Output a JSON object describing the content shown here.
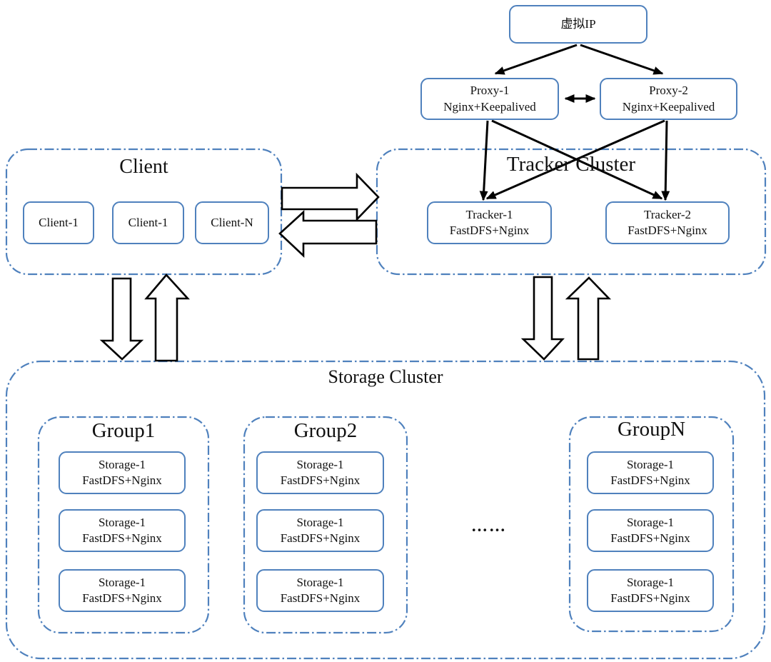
{
  "colors": {
    "box_border": "#4f81bd",
    "cluster_border": "#4f81bd",
    "arrow": "#000000",
    "background": "#ffffff"
  },
  "vip": {
    "label": "虚拟IP"
  },
  "proxies": [
    {
      "name": "Proxy-1",
      "stack": "Nginx+Keepalived"
    },
    {
      "name": "Proxy-2",
      "stack": "Nginx+Keepalived"
    }
  ],
  "client_cluster": {
    "title": "Client",
    "nodes": [
      {
        "label": "Client-1"
      },
      {
        "label": "Client-1"
      },
      {
        "label": "Client-N"
      }
    ]
  },
  "tracker_cluster": {
    "title": "Tracker Cluster",
    "nodes": [
      {
        "name": "Tracker-1",
        "stack": "FastDFS+Nginx"
      },
      {
        "name": "Tracker-2",
        "stack": "FastDFS+Nginx"
      }
    ]
  },
  "storage_cluster": {
    "title": "Storage Cluster",
    "ellipsis": "……",
    "groups": [
      {
        "title": "Group1",
        "nodes": [
          {
            "name": "Storage-1",
            "stack": "FastDFS+Nginx"
          },
          {
            "name": "Storage-1",
            "stack": "FastDFS+Nginx"
          },
          {
            "name": "Storage-1",
            "stack": "FastDFS+Nginx"
          }
        ]
      },
      {
        "title": "Group2",
        "nodes": [
          {
            "name": "Storage-1",
            "stack": "FastDFS+Nginx"
          },
          {
            "name": "Storage-1",
            "stack": "FastDFS+Nginx"
          },
          {
            "name": "Storage-1",
            "stack": "FastDFS+Nginx"
          }
        ]
      },
      {
        "title": "GroupN",
        "nodes": [
          {
            "name": "Storage-1",
            "stack": "FastDFS+Nginx"
          },
          {
            "name": "Storage-1",
            "stack": "FastDFS+Nginx"
          },
          {
            "name": "Storage-1",
            "stack": "FastDFS+Nginx"
          }
        ]
      }
    ]
  }
}
